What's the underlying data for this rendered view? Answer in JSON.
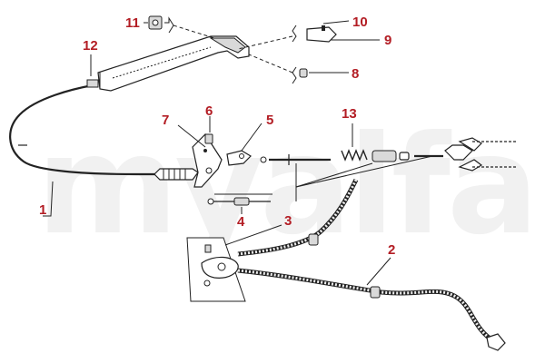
{
  "watermark": {
    "text": "myalfa"
  },
  "callouts": [
    {
      "id": "1",
      "label": "1"
    },
    {
      "id": "2",
      "label": "2"
    },
    {
      "id": "3",
      "label": "3"
    },
    {
      "id": "4",
      "label": "4"
    },
    {
      "id": "5",
      "label": "5"
    },
    {
      "id": "6",
      "label": "6"
    },
    {
      "id": "7",
      "label": "7"
    },
    {
      "id": "8",
      "label": "8"
    },
    {
      "id": "9",
      "label": "9"
    },
    {
      "id": "10",
      "label": "10"
    },
    {
      "id": "11",
      "label": "11"
    },
    {
      "id": "12",
      "label": "12"
    },
    {
      "id": "13",
      "label": "13"
    }
  ],
  "colors": {
    "callout": "#b31d24",
    "line": "#222222",
    "watermark": "#f1f1f1"
  }
}
